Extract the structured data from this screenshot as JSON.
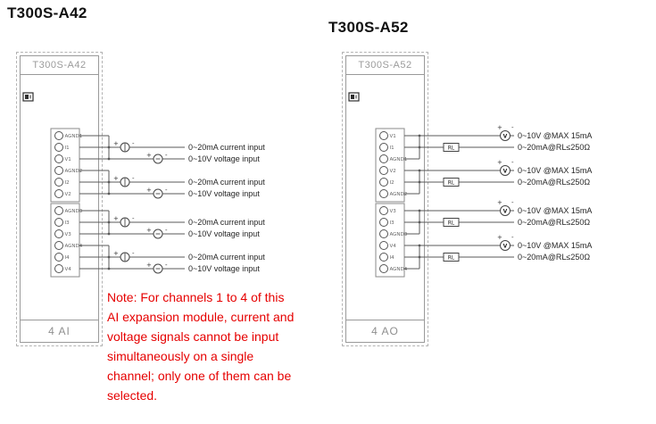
{
  "titles": {
    "left": "T300S-A42",
    "right": "T300S-A52"
  },
  "sym_plus": "+",
  "sym_minus": "-",
  "module_a42": {
    "header_label": "T300S-A42",
    "footer_label": "4 AI",
    "terminals": [
      "AGND1",
      "I1",
      "V1",
      "AGND2",
      "I2",
      "V2",
      "AGND3",
      "I3",
      "V3",
      "AGND4",
      "I4",
      "V4"
    ],
    "channels": [
      {
        "current_label": "0~20mA current input",
        "voltage_label": "0~10V voltage input"
      },
      {
        "current_label": "0~20mA current input",
        "voltage_label": "0~10V voltage input"
      },
      {
        "current_label": "0~20mA current input",
        "voltage_label": "0~10V voltage input"
      },
      {
        "current_label": "0~20mA current input",
        "voltage_label": "0~10V voltage input"
      }
    ]
  },
  "module_a52": {
    "header_label": "T300S-A52",
    "footer_label": "4 AO",
    "terminals": [
      "V1",
      "I1",
      "AGND1",
      "V2",
      "I2",
      "AGND2",
      "V3",
      "I3",
      "AGND3",
      "V4",
      "I4",
      "AGND4"
    ],
    "load_label": "RL",
    "meter_label": "V",
    "channels": [
      {
        "voltage_label": "0~10V @MAX 15mA",
        "current_label": "0~20mA@RL≤250Ω"
      },
      {
        "voltage_label": "0~10V @MAX 15mA",
        "current_label": "0~20mA@RL≤250Ω"
      },
      {
        "voltage_label": "0~10V @MAX 15mA",
        "current_label": "0~20mA@RL≤250Ω"
      },
      {
        "voltage_label": "0~10V @MAX 15mA",
        "current_label": "0~20mA@RL≤250Ω"
      }
    ]
  },
  "note": {
    "lines": [
      "Note: For channels 1 to 4 of this",
      "AI expansion module, current and",
      "voltage signals cannot be input",
      "simultaneously on a single",
      "channel; only one of them can be",
      "selected."
    ]
  },
  "colors": {
    "note_red": "#e60000",
    "module_gray": "#9a9a9a",
    "wire": "#5a5a5a"
  }
}
